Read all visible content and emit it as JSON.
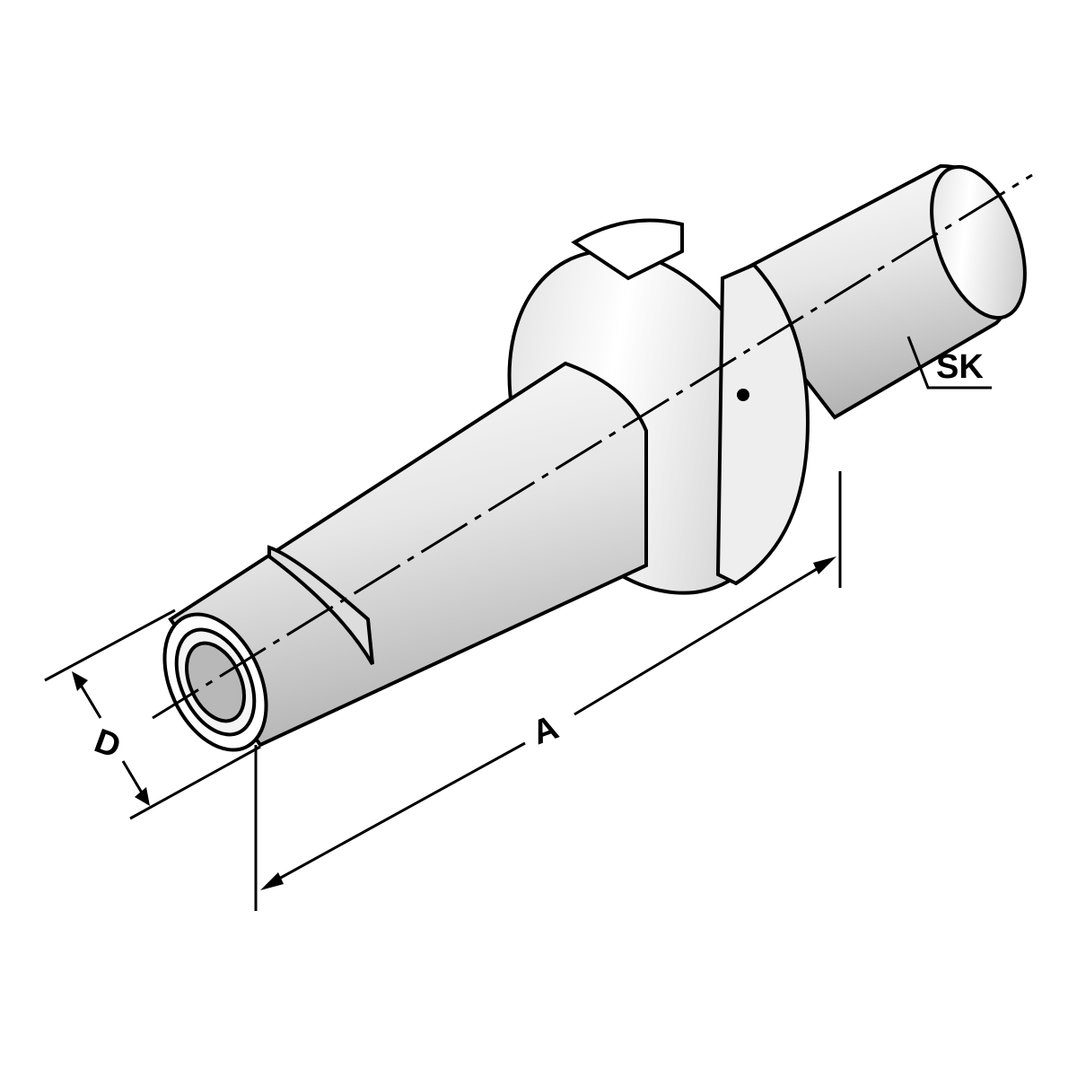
{
  "drawing": {
    "subject": "SK tool holder with threaded shank",
    "labels": {
      "diameter": "D",
      "length": "A",
      "taper": "SK"
    },
    "colors": {
      "line": "#000000",
      "body_light": "#ffffff",
      "body_shade": "#c8c8c8",
      "background": "#ffffff"
    }
  }
}
